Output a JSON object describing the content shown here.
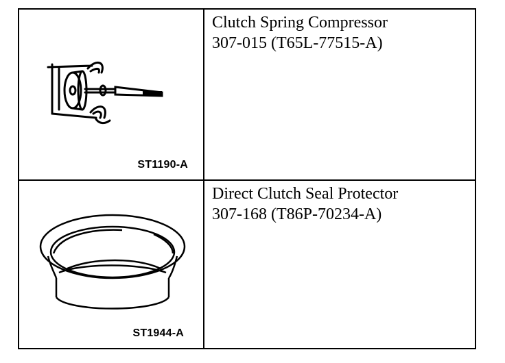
{
  "tools": [
    {
      "name": "Clutch Spring Compressor",
      "number": "307-015 (T65L-77515-A)",
      "figure_code": "ST1190-A",
      "illustration": "clutch-spring-compressor-icon"
    },
    {
      "name": "Direct Clutch Seal Protector",
      "number": "307-168 (T86P-70234-A)",
      "figure_code": "ST1944-A",
      "illustration": "seal-protector-ring-icon"
    }
  ]
}
